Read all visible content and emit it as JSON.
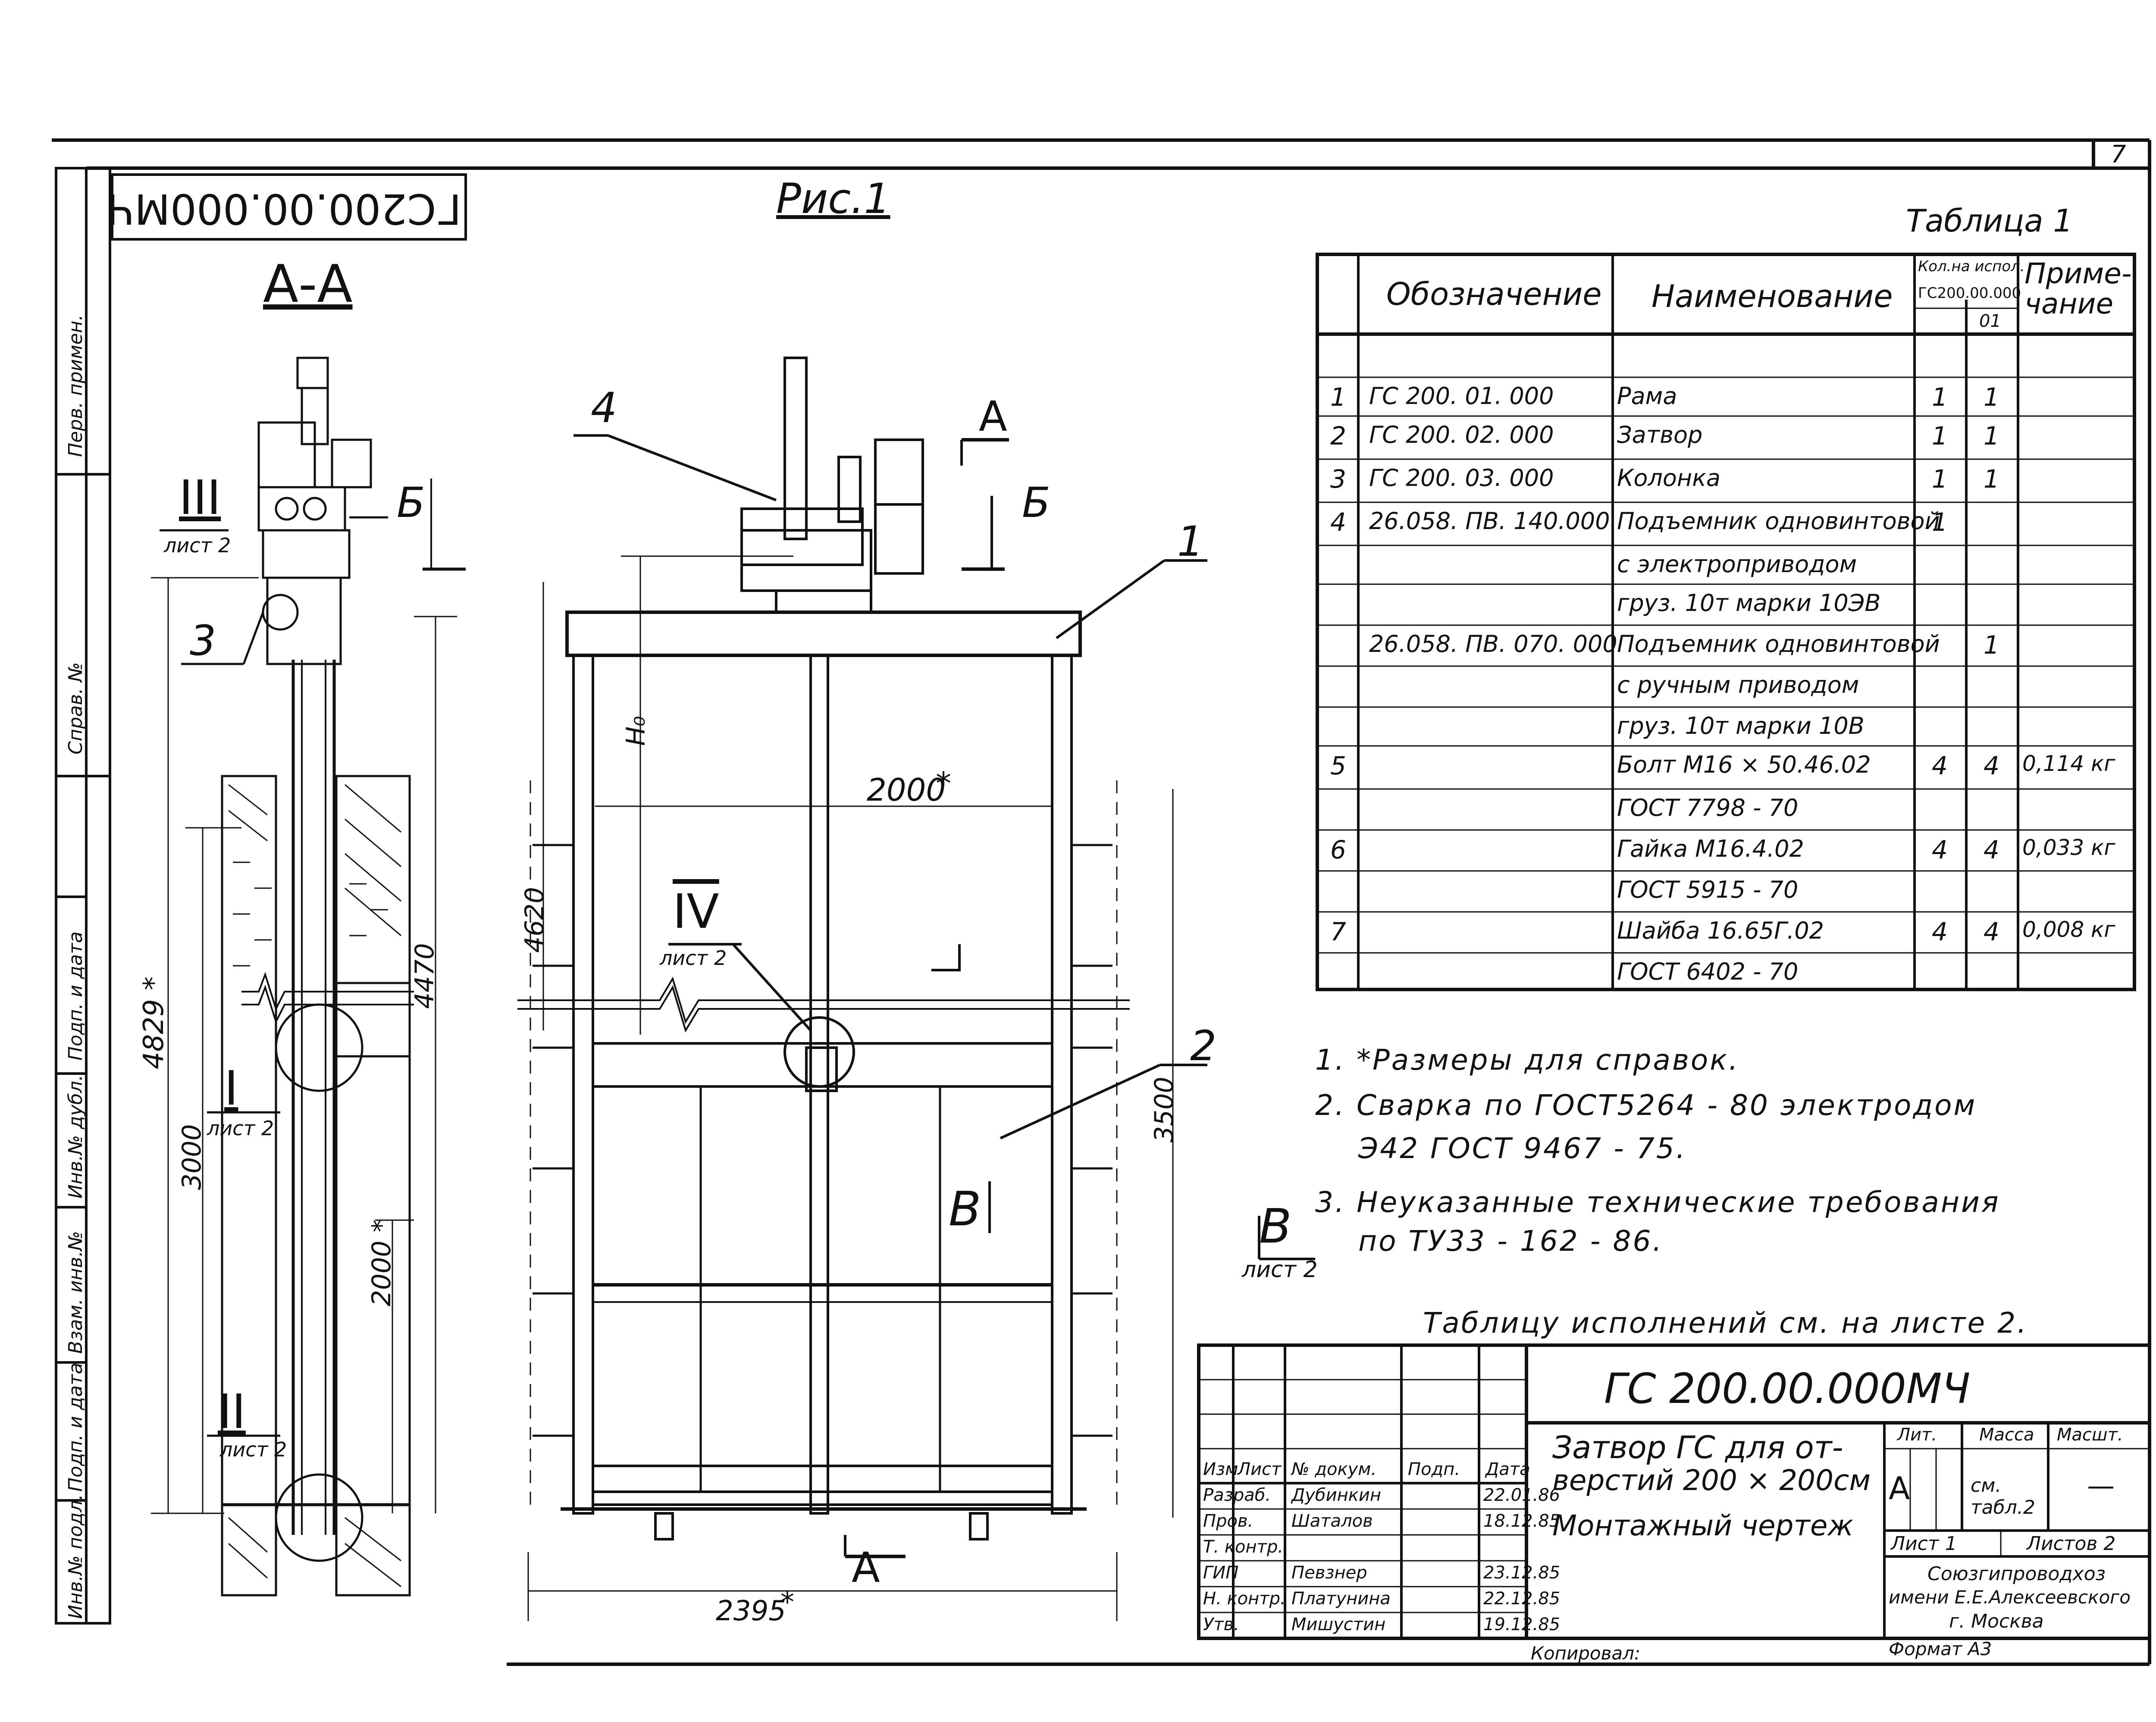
{
  "sheet": {
    "page_number": "7",
    "mirrored_code": "ГС200.00.000МЧ",
    "figure_title": "Рис.1",
    "section_label": "А-А",
    "section_b_label": "Б",
    "section_a_label": "А"
  },
  "side_strip": [
    "Перв. примен.",
    "Справ. №",
    "Подп. и дата",
    "Инв.№ дубл.",
    "Взам. инв.№",
    "Подп. и дата",
    "Инв.№ подл."
  ],
  "drawing_left": {
    "callouts": [
      {
        "mark": "III",
        "sheet": "лист 2"
      },
      {
        "mark": "I",
        "sheet": "лист 2"
      },
      {
        "mark": "II",
        "sheet": "лист 2"
      }
    ],
    "item_3": "3",
    "dims": {
      "d4829": "4829 *",
      "d4470": "4470",
      "d3000": "3000",
      "d2000": "2000 *"
    }
  },
  "drawing_main": {
    "items": {
      "i1": "1",
      "i2": "2",
      "i4": "4"
    },
    "callout_iv": {
      "mark": "IV",
      "sheet": "лист 2"
    },
    "h0": "Н₀",
    "dims": {
      "d2000": "2000",
      "star": "*",
      "d4620": "4620",
      "d3500": "3500",
      "d2395": "2395",
      "d2395star": "*"
    },
    "view_v": "В",
    "view_v_ref": {
      "mark": "В",
      "sheet": "лист 2"
    }
  },
  "spec_table": {
    "title": "Таблица 1",
    "headers": {
      "designation": "Обозначение",
      "name": "Наименование",
      "qty_top": "Кол.на испол.",
      "qty_code": "ГС200.00.000",
      "qty_sub": "01",
      "note": "Приме-\nчание"
    },
    "rows": [
      {
        "pos": "1",
        "designation": "ГС 200. 01. 000",
        "name": "Рама",
        "q1": "1",
        "q2": "1",
        "note": ""
      },
      {
        "pos": "2",
        "designation": "ГС 200. 02. 000",
        "name": "Затвор",
        "q1": "1",
        "q2": "1",
        "note": ""
      },
      {
        "pos": "3",
        "designation": "ГС 200. 03. 000",
        "name": "Колонка",
        "q1": "1",
        "q2": "1",
        "note": ""
      },
      {
        "pos": "4",
        "designation": "26.058. ПВ. 140.000",
        "name": "Подъемник одновинтовой",
        "q1": "1",
        "q2": "",
        "note": ""
      },
      {
        "pos": "",
        "designation": "",
        "name": "с электроприводом",
        "q1": "",
        "q2": "",
        "note": ""
      },
      {
        "pos": "",
        "designation": "",
        "name": "груз. 10т марки 10ЭВ",
        "q1": "",
        "q2": "",
        "note": ""
      },
      {
        "pos": "",
        "designation": "26.058. ПВ. 070. 000",
        "name": "Подъемник одновинтовой",
        "q1": "",
        "q2": "1",
        "note": ""
      },
      {
        "pos": "",
        "designation": "",
        "name": "с ручным приводом",
        "q1": "",
        "q2": "",
        "note": ""
      },
      {
        "pos": "",
        "designation": "",
        "name": "груз. 10т марки 10В",
        "q1": "",
        "q2": "",
        "note": ""
      },
      {
        "pos": "5",
        "designation": "",
        "name": "Болт М16 × 50.46.02",
        "q1": "4",
        "q2": "4",
        "note": "0,114 кг"
      },
      {
        "pos": "",
        "designation": "",
        "name": "ГОСТ 7798 - 70",
        "q1": "",
        "q2": "",
        "note": ""
      },
      {
        "pos": "6",
        "designation": "",
        "name": "Гайка М16.4.02",
        "q1": "4",
        "q2": "4",
        "note": "0,033 кг"
      },
      {
        "pos": "",
        "designation": "",
        "name": "ГОСТ 5915 - 70",
        "q1": "",
        "q2": "",
        "note": ""
      },
      {
        "pos": "7",
        "designation": "",
        "name": "Шайба 16.65Г.02",
        "q1": "4",
        "q2": "4",
        "note": "0,008 кг"
      },
      {
        "pos": "",
        "designation": "",
        "name": "ГОСТ 6402 - 70",
        "q1": "",
        "q2": "",
        "note": ""
      }
    ]
  },
  "notes": [
    "1. *Размеры для справок.",
    "2. Сварка по ГОСТ5264 - 80 электродом",
    "Э42   ГОСТ 9467 - 75.",
    "3. Неуказанные технические требования",
    "по ТУ33 - 162 - 86."
  ],
  "table_ref": "Таблицу исполнений см. на листе 2.",
  "title_block": {
    "code": "ГС 200.00.000МЧ",
    "title_line1": "Затвор ГС для от-",
    "title_line2": "верстий 200 × 200см",
    "doc_type": "Монтажный чертеж",
    "headers": {
      "izm": "Изм",
      "list": "Лист",
      "doc": "№ докум.",
      "sign": "Подп.",
      "date": "Дата"
    },
    "roles": [
      {
        "role": "Разраб.",
        "name": "Дубинкин",
        "date": "22.01.86"
      },
      {
        "role": "Пров.",
        "name": "Шаталов",
        "date": "18.12.85"
      },
      {
        "role": "Т. контр.",
        "name": "",
        "date": ""
      },
      {
        "role": "ГИП",
        "name": "Певзнер",
        "date": "23.12.85"
      },
      {
        "role": "Н. контр.",
        "name": "Платунина",
        "date": "22.12.85"
      },
      {
        "role": "Утв.",
        "name": "Мишустин",
        "date": "19.12.85"
      }
    ],
    "lit_label": "Лит.",
    "lit_value": "А",
    "mass_label": "Масса",
    "mass_value": "см. табл.2",
    "scale_label": "Масшт.",
    "scale_value": "—",
    "sheet_label": "Лист 1",
    "sheets_label": "Листов 2",
    "org_line1": "Союзгипроводхоз",
    "org_line2": "имени Е.Е.Алексеевского",
    "org_line3": "г. Москва",
    "copied": "Копировал:",
    "format": "Формат А3"
  }
}
